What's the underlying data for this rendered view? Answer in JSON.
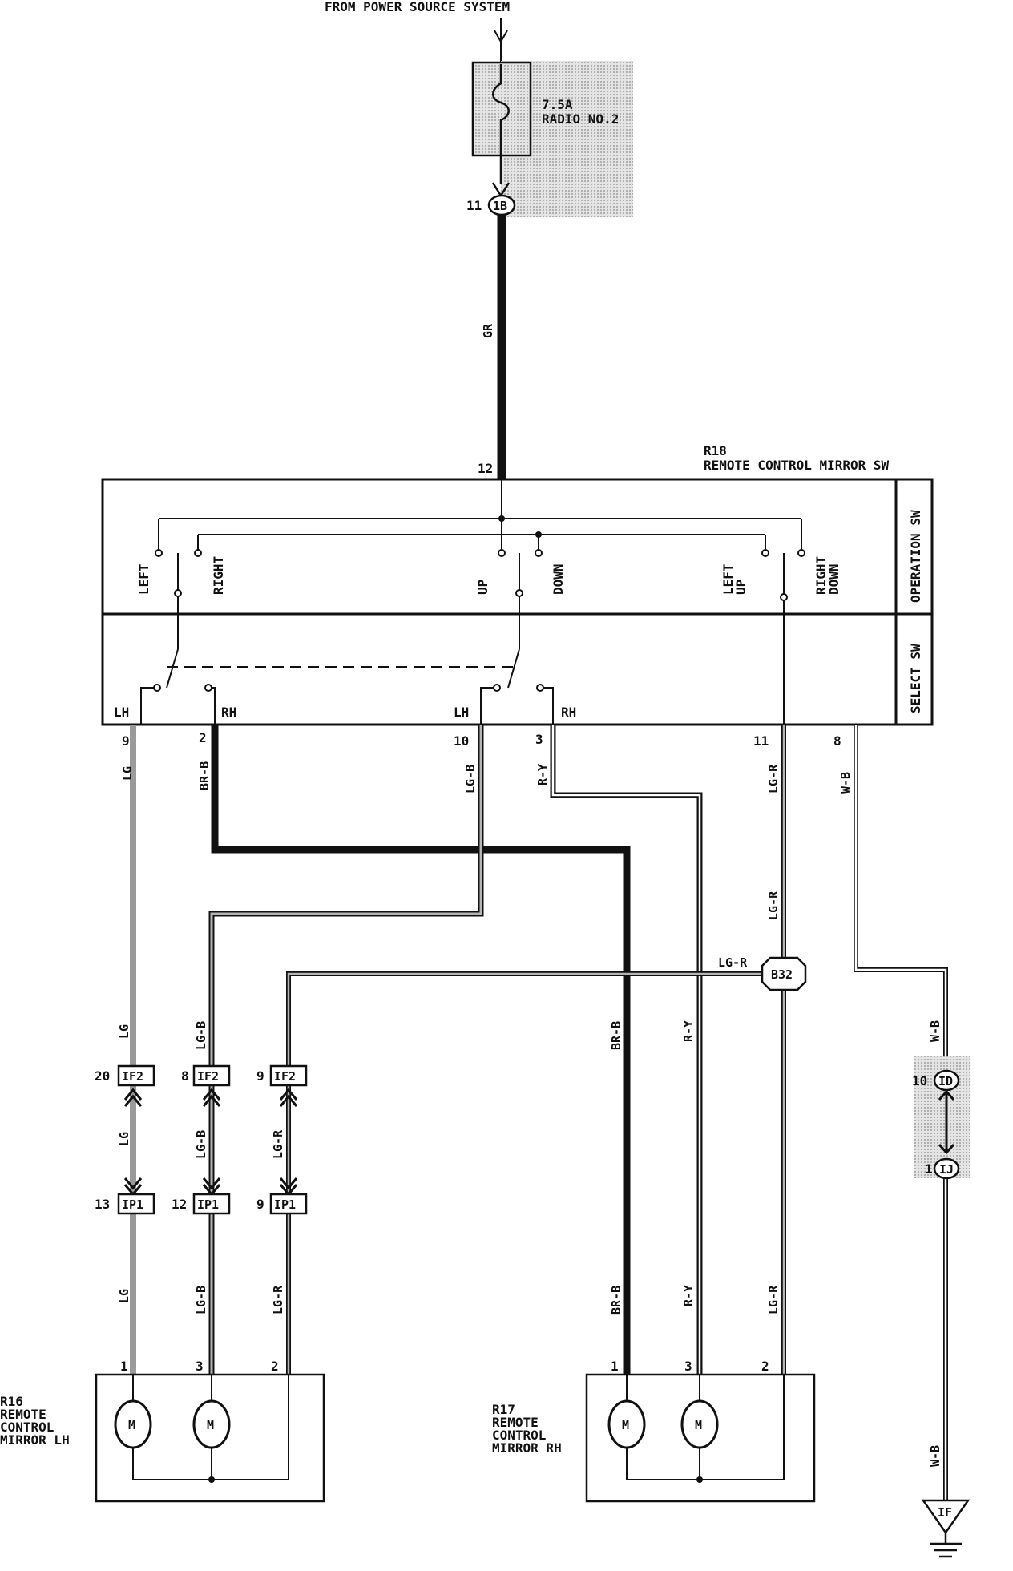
{
  "header": {
    "power_source": "FROM POWER SOURCE SYSTEM"
  },
  "fuse": {
    "rating": "7.5A",
    "name": "RADIO NO.2",
    "connector_pin": "11",
    "connector_id": "1B"
  },
  "switch_unit": {
    "code": "R18",
    "name": "REMOTE CONTROL MIRROR SW",
    "operation_label": "OPERATION SW",
    "select_label": "SELECT SW",
    "input_pin": "12",
    "positions": {
      "left": "LEFT",
      "right": "RIGHT",
      "up": "UP",
      "down": "DOWN",
      "left_up_1": "LEFT",
      "left_up_2": "UP",
      "right_down_1": "RIGHT",
      "right_down_2": "DOWN"
    },
    "select_positions": {
      "lh1": "LH",
      "rh1": "RH",
      "lh2": "LH",
      "rh2": "RH"
    },
    "output_pins": [
      "9",
      "2",
      "10",
      "3",
      "11",
      "8"
    ]
  },
  "wires": {
    "main_feed": "GR",
    "pin9": "LG",
    "pin2": "BR-B",
    "pin10": "LG-B",
    "pin3": "R-Y",
    "pin11": "LG-R",
    "pin11_lower": "LG-R",
    "pin8": "W-B",
    "splice_branch": "LG-R",
    "ground_upper": "W-B",
    "ground_lower": "W-B",
    "lh_col1_a": "LG",
    "lh_col1_b": "LG",
    "lh_col1_c": "LG",
    "lh_col2_a": "LG-B",
    "lh_col2_b": "LG-B",
    "lh_col2_c": "LG-B",
    "lh_col3_b": "LG-R",
    "lh_col3_c": "LG-R",
    "rh_col1_a": "BR-B",
    "rh_col1_b": "BR-B",
    "rh_col2_a": "R-Y",
    "rh_col2_b": "R-Y",
    "rh_col3_b": "LG-R"
  },
  "splice": {
    "id": "B32"
  },
  "connectors": {
    "if2_a_pin": "20",
    "if2_b_pin": "8",
    "if2_c_pin": "9",
    "if2_label": "IF2",
    "ip1_a_pin": "13",
    "ip1_b_pin": "12",
    "ip1_c_pin": "9",
    "ip1_label": "IP1",
    "ground_jc_top_pin": "10",
    "ground_jc_top_id": "ID",
    "ground_jc_bottom_pin": "1",
    "ground_jc_bottom_id": "IJ",
    "ground_point": "IF"
  },
  "mirror_lh": {
    "code": "R16",
    "line1": "REMOTE",
    "line2": "CONTROL",
    "line3": "MIRROR LH",
    "pins": [
      "1",
      "3",
      "2"
    ],
    "motor_label": "M"
  },
  "mirror_rh": {
    "code": "R17",
    "line1": "REMOTE",
    "line2": "CONTROL",
    "line3": "MIRROR RH",
    "pins": [
      "1",
      "3",
      "2"
    ],
    "motor_label": "M"
  },
  "colors": {
    "ink": "#111111",
    "shade": "#d4d4d4",
    "lg_wire": "#9a9a9a"
  }
}
